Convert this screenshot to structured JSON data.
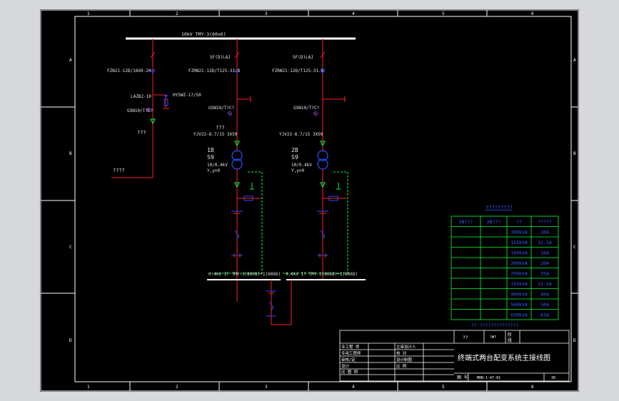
{
  "ruler": {
    "top": [
      "1",
      "2",
      "3",
      "4",
      "5",
      "6"
    ],
    "bottom": [
      "1",
      "2",
      "3",
      "4",
      "5",
      "6"
    ],
    "left": [
      "A",
      "B",
      "C",
      "D"
    ],
    "right": [
      "A",
      "B",
      "C",
      "D"
    ]
  },
  "diagram": {
    "hv_busbar": "10kV  TMY-3(60x6)",
    "feeder_left": {
      "breaker": "FZN21-12D/16X0-20",
      "arrester": "LAZBJ-10",
      "surge": "HY5WZ-17/50",
      "indicator": "GSN10/T?C?",
      "label_mid": "???",
      "label_out": "????"
    },
    "feeder_t1": {
      "switch": "SF(D)LAJ",
      "breaker": "FZRN21-12D/T125-31.5",
      "indicator": "GSN10/T?C?",
      "label_mid": "???",
      "cable": "YJV22-8.7/15  3X50",
      "name": "1B",
      "model": "S9",
      "ratio": "10/0.4kV",
      "vector": "Y,yn0"
    },
    "feeder_t2": {
      "switch": "SF(D)LAJ",
      "breaker": "FZRN21-12D/T125-31.5",
      "indicator": "GSN10/T?C?",
      "cable": "YJV22-8.7/15  3X50",
      "name": "2B",
      "model": "S9",
      "ratio": "10/0.4kV",
      "vector": "Y,yn0"
    },
    "lv_bus_left": "0.4kV  I?  TMY-3(80X8)+1(60X6)",
    "lv_bus_right": "0.4kV  I?  TMY-3(80X8)+1(60X6)"
  },
  "fuse_table": {
    "title": "?????????",
    "headers": [
      "1B???",
      "2B???",
      "??",
      "?????"
    ],
    "rows": [
      [
        "",
        "",
        "100kVA",
        "10A"
      ],
      [
        "",
        "",
        "125kVA",
        "12.5A"
      ],
      [
        "",
        "",
        "160kVA",
        "16A"
      ],
      [
        "",
        "",
        "200kVA",
        "20A"
      ],
      [
        "",
        "",
        "250kVA",
        "25A"
      ],
      [
        "",
        "",
        "315kVA",
        "31.5A"
      ],
      [
        "",
        "",
        "400kVA",
        "40A"
      ],
      [
        "",
        "",
        "500kVA",
        "50A"
      ],
      [
        "",
        "",
        "630kVA",
        "63A"
      ]
    ],
    "note": "??:??????????????"
  },
  "title_block": {
    "top_a": "??",
    "top_b": "?#?",
    "top_c1": "阶",
    "top_c2": "段",
    "left_rows": [
      "专工程 师",
      "专用工程师",
      "审核/定",
      "设计",
      "比 图 例"
    ],
    "mid_rows": [
      "主审设计人",
      "校  对",
      "设计制图",
      "比  例"
    ],
    "title": "终端式两台配变系统主接线图",
    "footer_label": "图  号",
    "footer_code": "M8B-1-47-01",
    "footer_sheet": "30"
  },
  "colors": {
    "background": "#000000",
    "frame": "#ffffff",
    "hv_line": "#ff2020",
    "equipment": "#2a4bff",
    "accent": "#00ff3c",
    "table_text": "#3a5dff",
    "label_text": "#e6e6e6"
  }
}
